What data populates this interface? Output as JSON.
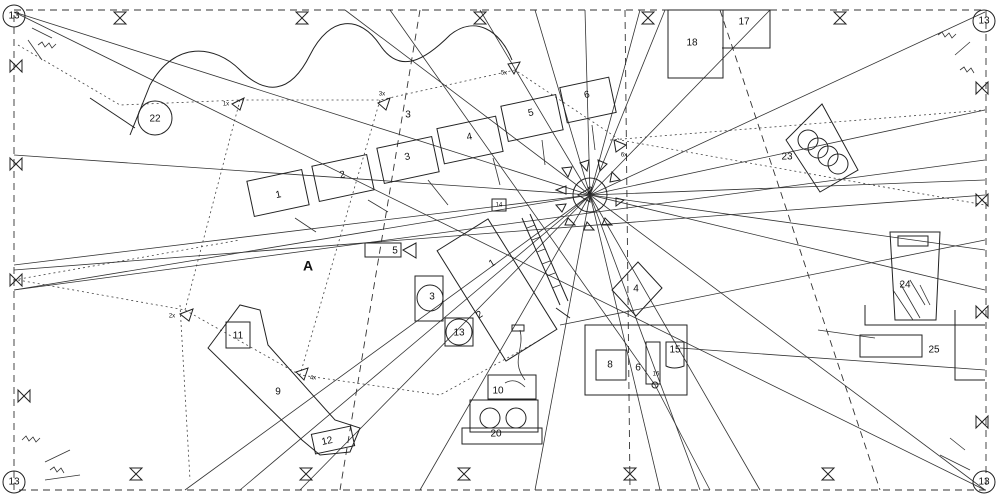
{
  "speaker_label": "13",
  "center_label": "2",
  "area_label": "A",
  "blocks": {
    "b1": "1",
    "b2": "2",
    "b3a": "3",
    "b3b": "3",
    "b4": "4",
    "b5": "5",
    "b6": "6",
    "b1x": "1",
    "b2x": "2"
  },
  "elements": {
    "e3": "3",
    "e4": "4",
    "e5": "5",
    "e8": "8",
    "e6": "6",
    "e16": "16",
    "e9": "9",
    "e10": "10",
    "e11": "11",
    "e12": "12",
    "e13": "13",
    "e14": "14",
    "e15": "15",
    "e17": "17",
    "e18": "18",
    "e20": "20",
    "e22": "22",
    "e23": "23",
    "e24": "24",
    "e25": "25"
  },
  "marker_labels": {
    "m1": "1x",
    "m2": "2x",
    "m3": "3x",
    "m4": "4x",
    "m5": "5x",
    "m6": "6x"
  }
}
